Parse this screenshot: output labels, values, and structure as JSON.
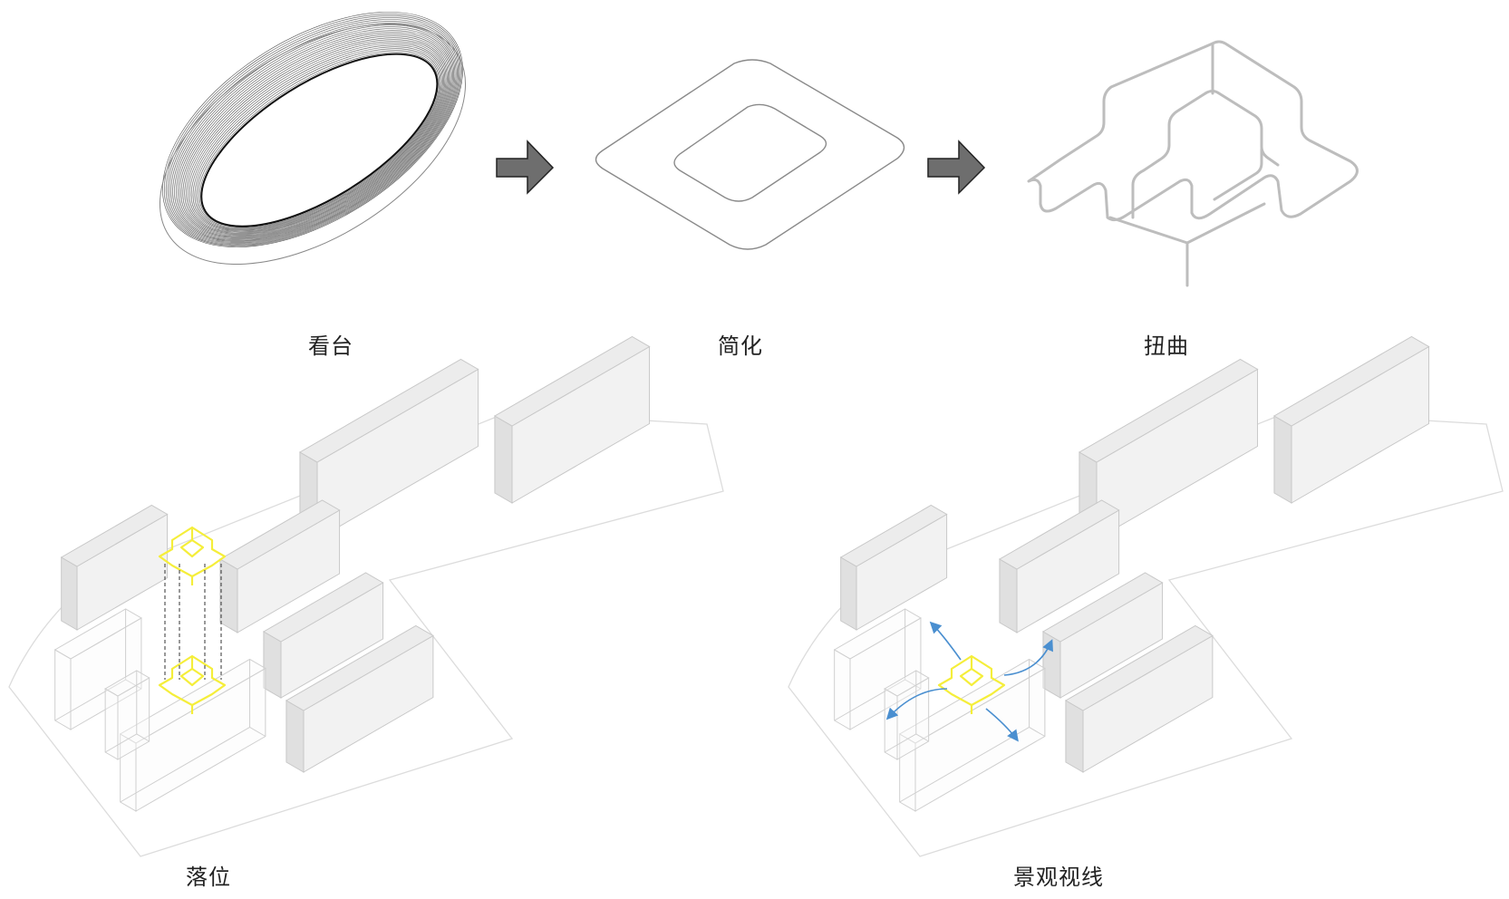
{
  "steps": [
    {
      "id": "stand",
      "label": "看台"
    },
    {
      "id": "simplify",
      "label": "简化"
    },
    {
      "id": "twist",
      "label": "扭曲"
    }
  ],
  "site_diagrams": [
    {
      "id": "placement",
      "label": "落位"
    },
    {
      "id": "view-lines",
      "label": "景观视线"
    }
  ],
  "colors": {
    "block_top": "#ececec",
    "block_left": "#e0e0e0",
    "block_right": "#f2f2f2",
    "block_edge": "#c8c8c8",
    "glass_edge": "#cfcfcf",
    "highlight": "#f5ee3a",
    "view_arrow": "#4a8fd0",
    "step_arrow": "#6e6e6e"
  }
}
